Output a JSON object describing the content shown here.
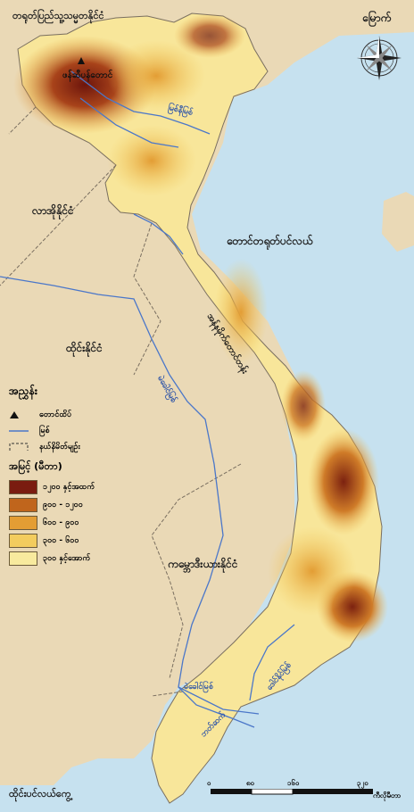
{
  "title": "",
  "labels": {
    "north_arrow": "မြောက်",
    "china": "တရုတ်ပြည်သူ့သမ္မတနိုင်ငံ",
    "laos": "လာအိုနိုင်ငံ",
    "thailand": "ထိုင်းနိုင်ငံ",
    "cambodia": "ကမ္ဘောဒီးယားနိုင်ငံ",
    "south_china_sea": "တောင်တရုတ်ပင်လယ်",
    "gulf_of_thailand": "ထိုင်းပင်လယ်ကွေ့",
    "fansipan": "ဖန်ဆီပန်တောင်",
    "annamite_range": "အန်နမိုက်တောင်တန်း",
    "red_river": "မြစ်နီမြစ်",
    "mekong_river_1": "မဲခေါင်မြစ်",
    "mekong_river_2": "မဲခေါင်မြစ်",
    "dong_nai_river": "ဒေါင်နိုင်မြစ်",
    "bassac_river": "ဘတ်ဆက်"
  },
  "legend": {
    "title": "အညွှန်း",
    "symbols": [
      {
        "symbol": "peak",
        "label": "တောင်ထိပ်"
      },
      {
        "symbol": "river",
        "label": "မြစ်"
      },
      {
        "symbol": "border",
        "label": "နယ်နိမိတ်မျဉ်း"
      }
    ],
    "elevation_title": "အမြင့် (မီတာ)",
    "elevation_classes": [
      {
        "label": "၁၂၀၀ နှင့်အထက်",
        "color": "#7a1c10"
      },
      {
        "label": "၉၀၀ - ၁၂၀၀",
        "color": "#c0651c"
      },
      {
        "label": "၆၀၀ - ၉၀၀",
        "color": "#e39d34"
      },
      {
        "label": "၃၀၀ - ၆၀၀",
        "color": "#f3cc5e"
      },
      {
        "label": "၃၀၀ နှင့်အောက်",
        "color": "#f8ea9e"
      }
    ]
  },
  "scale": {
    "ticks": [
      "၀",
      "၈၀",
      "၁၆၀",
      "၃၂၀"
    ],
    "unit": "ကီလိုမီတာ"
  },
  "colors": {
    "sea": "#c6e1ef",
    "neighbor_land": "#ead9b6",
    "river": "#4b77c9",
    "border": "#7a6f60"
  }
}
